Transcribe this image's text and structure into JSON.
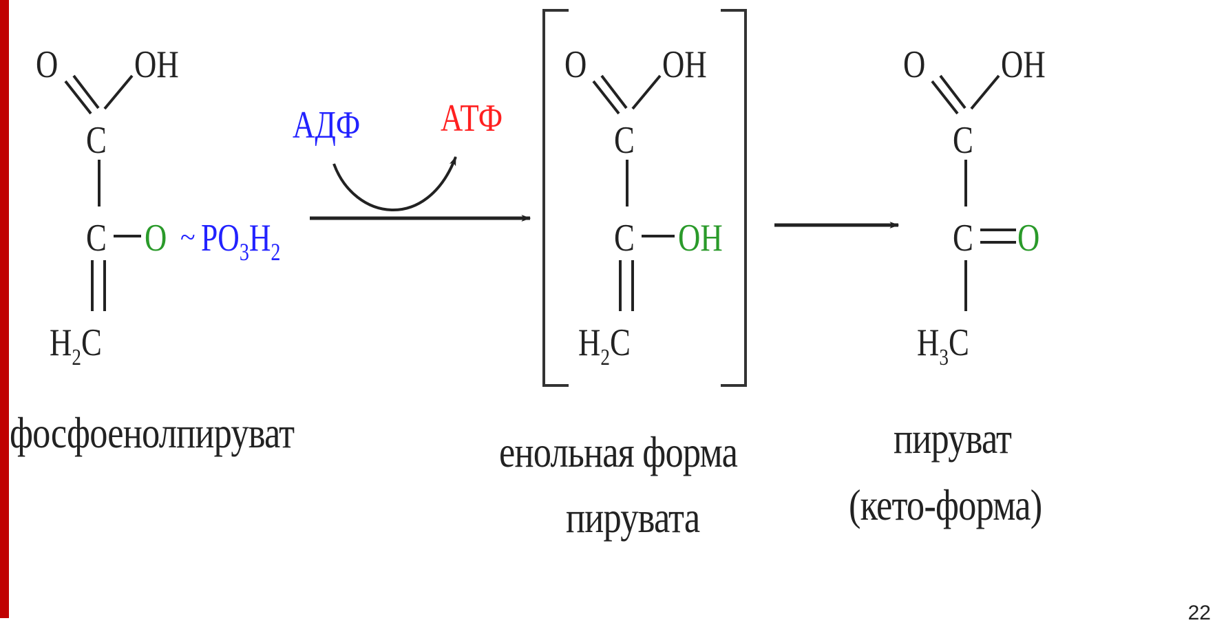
{
  "colors": {
    "accent_bar": "#c00000",
    "atom": "#222222",
    "green": "#2a9a2a",
    "blue": "#2222ff",
    "red": "#ff2020"
  },
  "atoms": {
    "O": "O",
    "OH": "OH",
    "C": "C",
    "H": "H",
    "P": "P",
    "sub2": "2",
    "sub3": "3",
    "tilde": "~",
    "PO3H2_main": "PO",
    "PO3H2_h": "H"
  },
  "reagents": {
    "adp": "АДФ",
    "atp": "АТФ"
  },
  "labels": {
    "pep": "фосфоенолпируват",
    "enol_line1": "енольная форма",
    "enol_line2": "пирувата",
    "pyr_line1": "пируват",
    "pyr_line2": "(кето-форма)"
  },
  "page_number": "22"
}
